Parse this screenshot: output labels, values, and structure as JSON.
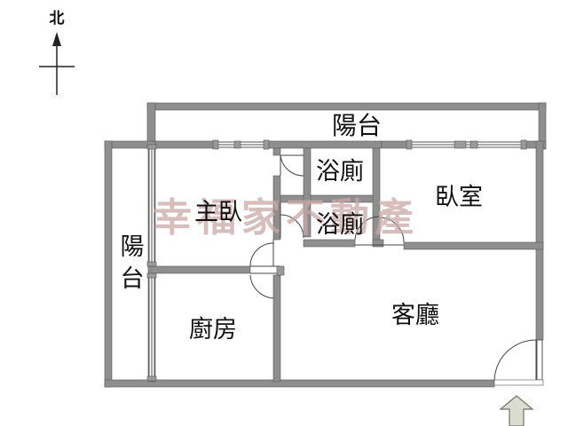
{
  "compass": {
    "label": "北"
  },
  "rooms": {
    "balcony_top": "陽台",
    "bath_1": "浴廁",
    "bath_2": "浴廁",
    "master_bedroom": "主臥",
    "bedroom": "臥室",
    "balcony_left": "陽台",
    "kitchen": "廚房",
    "living_room": "客廳"
  },
  "watermark": "幸福家不動產",
  "colors": {
    "wall_fill": "#8e8e8e",
    "wall_stroke": "#5a5a5a",
    "door_line": "#444444",
    "entry_arrow_fill": "#d9dccf",
    "entry_arrow_stroke": "#6f7466",
    "watermark": "#c9a9a6"
  },
  "icons": {
    "compass": "north-arrow-icon",
    "entrance": "entrance-arrow-icon"
  }
}
